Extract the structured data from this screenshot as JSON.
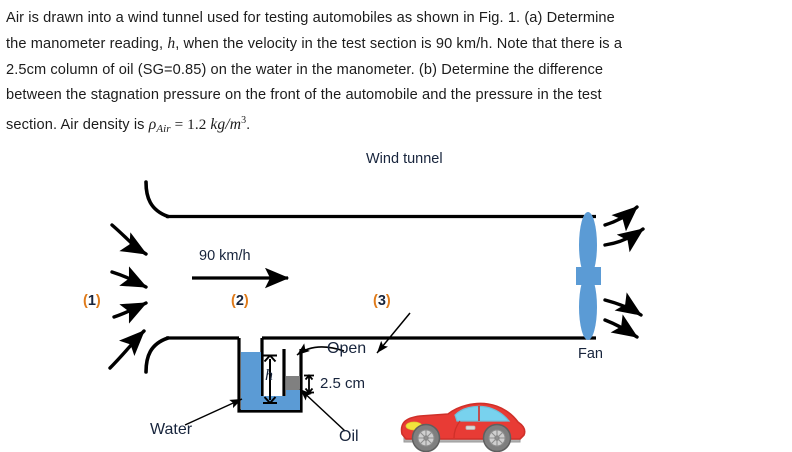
{
  "problem": {
    "lines": [
      "Air is drawn into a wind tunnel used for testing automobiles as shown in Fig. 1. (a) Determine",
      "the manometer reading, h, when the velocity in the test section is 90 km/h. Note that there is a",
      "2.5cm column of oil (SG=0.85) on the water in the manometer. (b) Determine the difference",
      "between the stagnation pressure on the front of the automobile and the pressure in the test"
    ],
    "line5_prefix": "section. Air density is ",
    "rho_symbol": "ρ",
    "rho_subscript": "Air",
    "equals": " = ",
    "density_value": "1.2 ",
    "density_units": "kg/m",
    "density_exponent": "3",
    "period": ".",
    "italic_h": "h",
    "figure_ref": "Fig. 1",
    "sg_value": "SG=0.85",
    "oil_column": "2.5cm",
    "velocity_text": "90 km/h"
  },
  "figure": {
    "title_callout": "Wind tunnel",
    "velocity_label": "90 km/h",
    "station_1_open": "(",
    "station_1_num": "1",
    "station_1_close": ")",
    "station_2_open": "(",
    "station_2_num": "2",
    "station_2_close": ")",
    "station_3_open": "(",
    "station_3_num": "3",
    "station_3_close": ")",
    "fan_label": "Fan",
    "open_label": "Open",
    "oil_height_label": "2.5 cm",
    "h_label": "h",
    "water_label": "Water",
    "oil_label": "Oil"
  },
  "colors": {
    "water_fill": "#5b9bd5",
    "oil_fill": "#808080",
    "fan_blade": "#5b9bd5",
    "car_body": "#e83b35",
    "car_window": "#78d2ee",
    "car_trim": "#b3b3b3",
    "wheel_rim": "#bfbfbf",
    "wheel_tire": "#7f7f7f",
    "headlight": "#f2e33c",
    "wall_stroke": "#000000",
    "label_text": "#17243c",
    "paren_accent": "#e07b1a",
    "body_text": "#1c1c1c"
  }
}
